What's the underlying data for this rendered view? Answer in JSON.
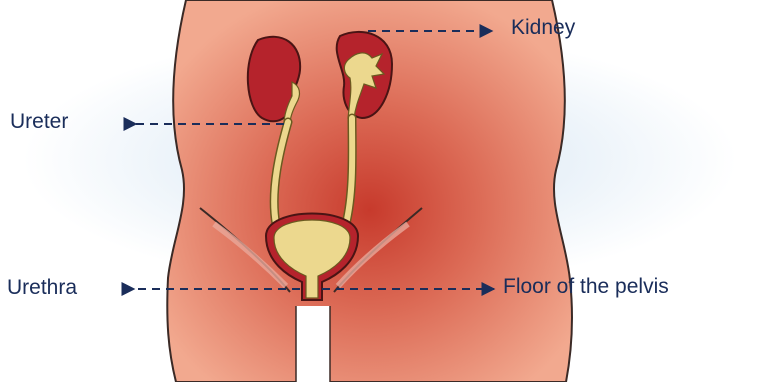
{
  "labels": {
    "kidney": "Kidney",
    "ureter": "Ureter",
    "urethra": "Urethra",
    "floor_of_pelvis": "Floor of the pelvis"
  },
  "colors": {
    "skin": "#f2a98f",
    "skin_inner": "#c73a2c",
    "kidney": "#b5232c",
    "urine_tract": "#ecd88e",
    "pointer": "#1a2d5a",
    "outline": "#3b2a26"
  }
}
